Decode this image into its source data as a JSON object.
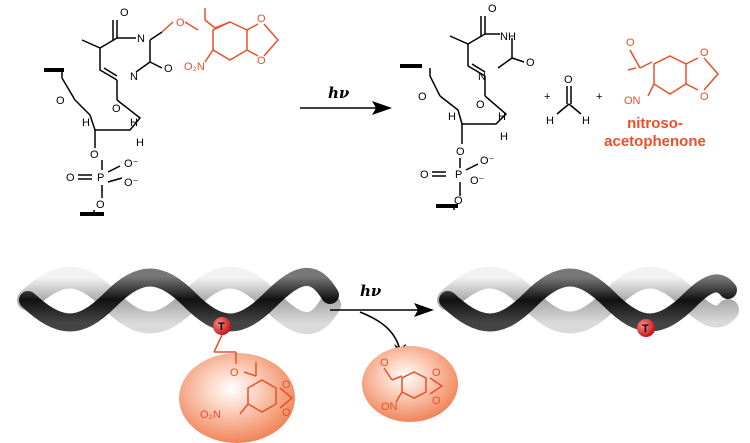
{
  "top_reaction": {
    "reactant_labels": {
      "o_carbonyl_top": "O",
      "o_carbonyl_side": "O",
      "n_ring_top": "N",
      "n_ring_bottom": "N",
      "o_ether": "O",
      "no2": "O₂N",
      "o_ring1": "O",
      "o_ring2": "O",
      "o_sugar_ring": "O",
      "o_5prime": "O",
      "h1": "H",
      "h2": "H",
      "h3": "H",
      "o_3prime": "O",
      "p": "P",
      "o_double": "O",
      "o_minus_right": "O⁻",
      "o_minus_top": "O⁻",
      "o_bottom": "O"
    },
    "arrow_label": "hν",
    "product_labels": {
      "o_top": "O",
      "nh": "NH",
      "n": "N",
      "o_side": "O",
      "o_sugar": "O",
      "o_5": "O",
      "h1": "H",
      "h2": "H",
      "h3": "H",
      "o_3": "O",
      "p": "P",
      "o_double": "O",
      "o_minus": "O⁻",
      "o_minus_top": "O⁻",
      "o_bottom": "O"
    },
    "plus1": "+",
    "formaldehyde_o": "O",
    "formaldehyde_h_left": "H",
    "formaldehyde_h_right": "H",
    "plus2": "+",
    "nitroso_labels": {
      "o_acetyl": "O",
      "on": "ON",
      "o1": "O",
      "o2": "O"
    },
    "product_name_line1": "nitroso-",
    "product_name_line2": "acetophenone"
  },
  "bottom_scheme": {
    "arrow_label": "hν",
    "t_label_left": "T",
    "t_label_right": "T",
    "cage_labels": {
      "o": "O",
      "no2": "O₂N",
      "o1": "O",
      "o2": "O"
    },
    "released_labels": {
      "o": "O",
      "on": "ON",
      "o1": "O",
      "o2": "O"
    }
  },
  "colors": {
    "cage": "#e8502a",
    "helix_dark": "#2a2a2a",
    "helix_light": "#b8b8b8"
  }
}
